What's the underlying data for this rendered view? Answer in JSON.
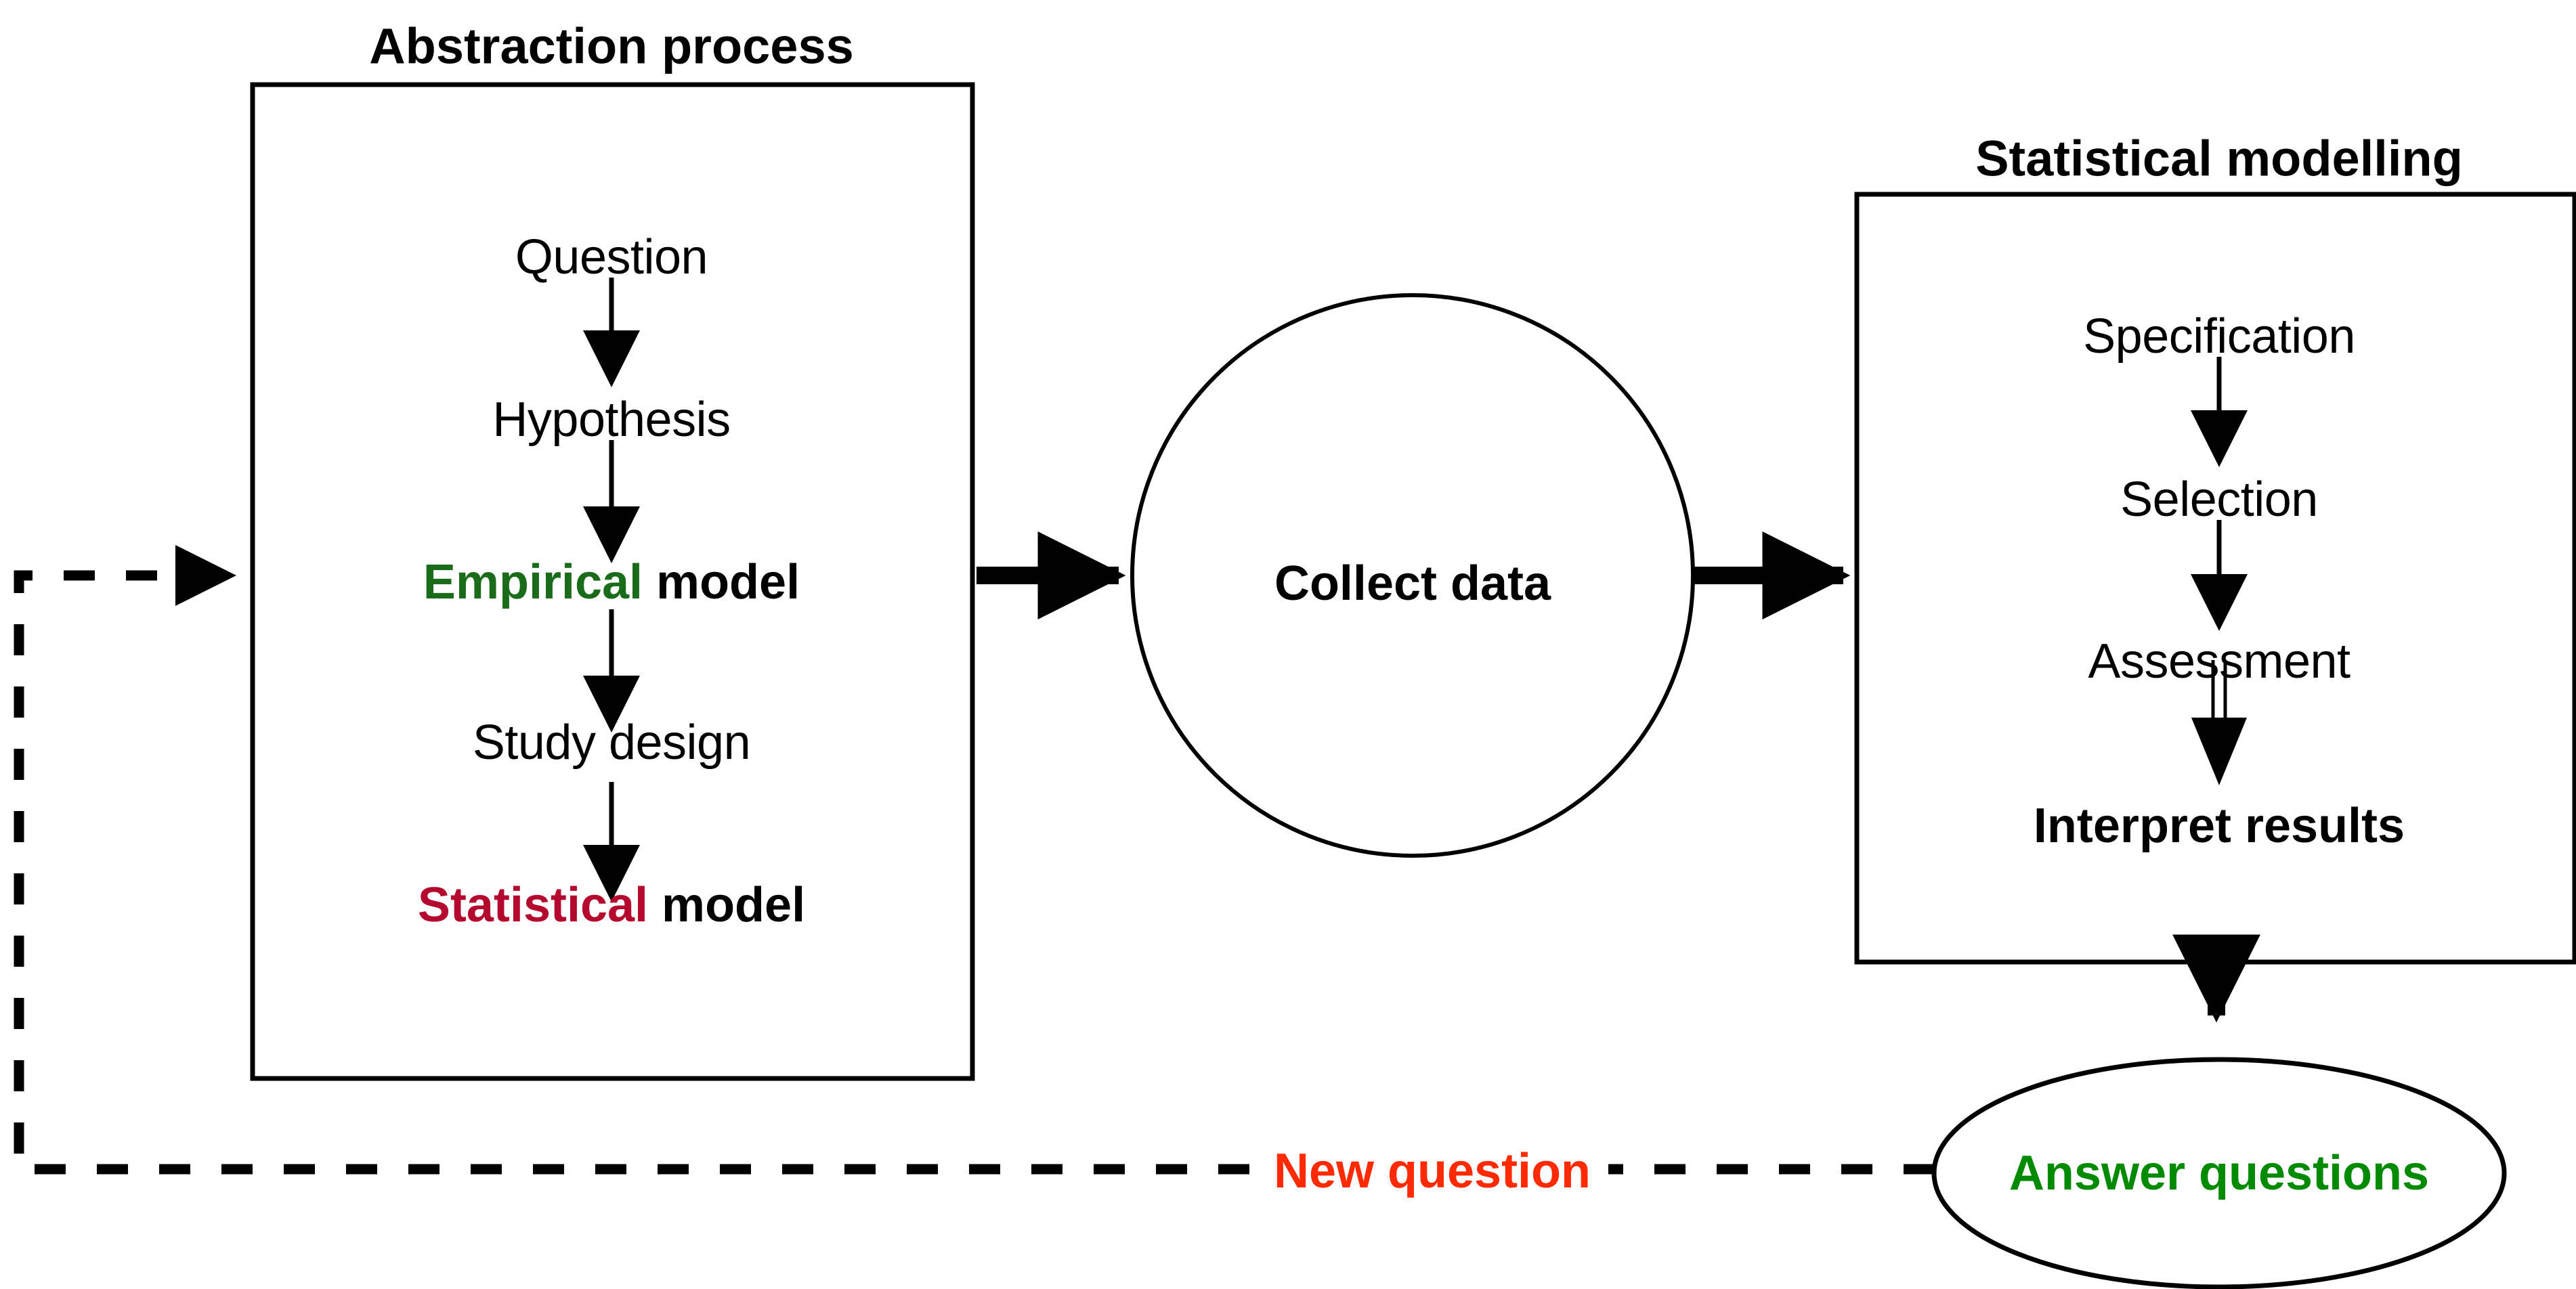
{
  "diagram": {
    "title_left": "Abstraction process",
    "title_right": "Statistical modelling",
    "left_box": {
      "heading": "Abstraction process",
      "steps": [
        {
          "label": "Question",
          "style": "plain"
        },
        {
          "label": "Hypothesis",
          "style": "plain"
        },
        {
          "label_accent": "Empirical",
          "label_rest": " model",
          "style": "bold-accent",
          "accent_color": "#1A6B1A"
        },
        {
          "label": "Study design",
          "style": "plain"
        },
        {
          "label_accent": "Statistical",
          "label_rest": " model",
          "style": "bold-accent",
          "accent_color": "#B5082E"
        }
      ]
    },
    "center_node": {
      "label": "Collect data",
      "shape": "circle"
    },
    "right_box": {
      "heading": "Statistical modelling",
      "steps": [
        {
          "label": "Specification",
          "style": "plain"
        },
        {
          "label": "Selection",
          "style": "plain"
        },
        {
          "label": "Assessment",
          "style": "plain"
        },
        {
          "label": "Interpret results",
          "style": "bold"
        }
      ]
    },
    "outcome_node": {
      "label": "Answer questions",
      "shape": "ellipse",
      "color": "#008A00"
    },
    "feedback_edge": {
      "label": "New question",
      "color": "#FF2A00",
      "style": "dashed"
    },
    "colors": {
      "stroke": "#000000",
      "background": "#FFFFFF",
      "empirical": "#1A6B1A",
      "statistical": "#B5082E",
      "new_question": "#FF2A00",
      "answer_questions": "#008A00"
    },
    "empirical_label": {
      "accent": "Empirical",
      "rest": " model"
    },
    "statistical_label": {
      "accent": "Statistical",
      "rest": " model"
    }
  }
}
